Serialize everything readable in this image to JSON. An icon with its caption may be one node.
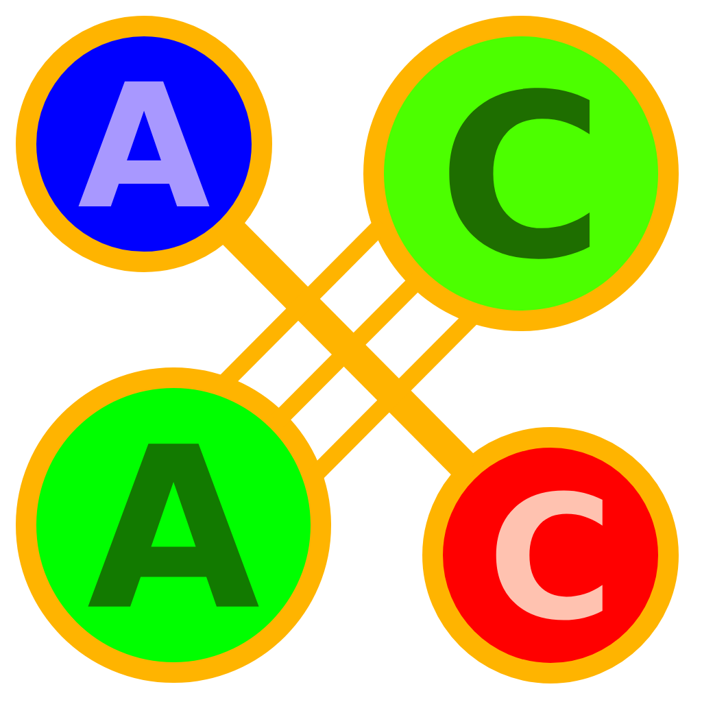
{
  "diagram": {
    "nodes": [
      {
        "text": [
          "A"
        ]
      },
      {
        "text": [
          "C"
        ]
      },
      {
        "text": [
          "A"
        ]
      },
      {
        "text": [
          "C"
        ]
      }
    ],
    "edges": [
      {
        "from": 0,
        "to": 3,
        "arrow": "none",
        "style": "thick"
      },
      {
        "from": 2,
        "to": 1,
        "arrow": "none"
      },
      {
        "from": 2,
        "to": 1,
        "arrow": "none"
      },
      {
        "from": 2,
        "to": 1,
        "arrow": "none"
      }
    ]
  }
}
